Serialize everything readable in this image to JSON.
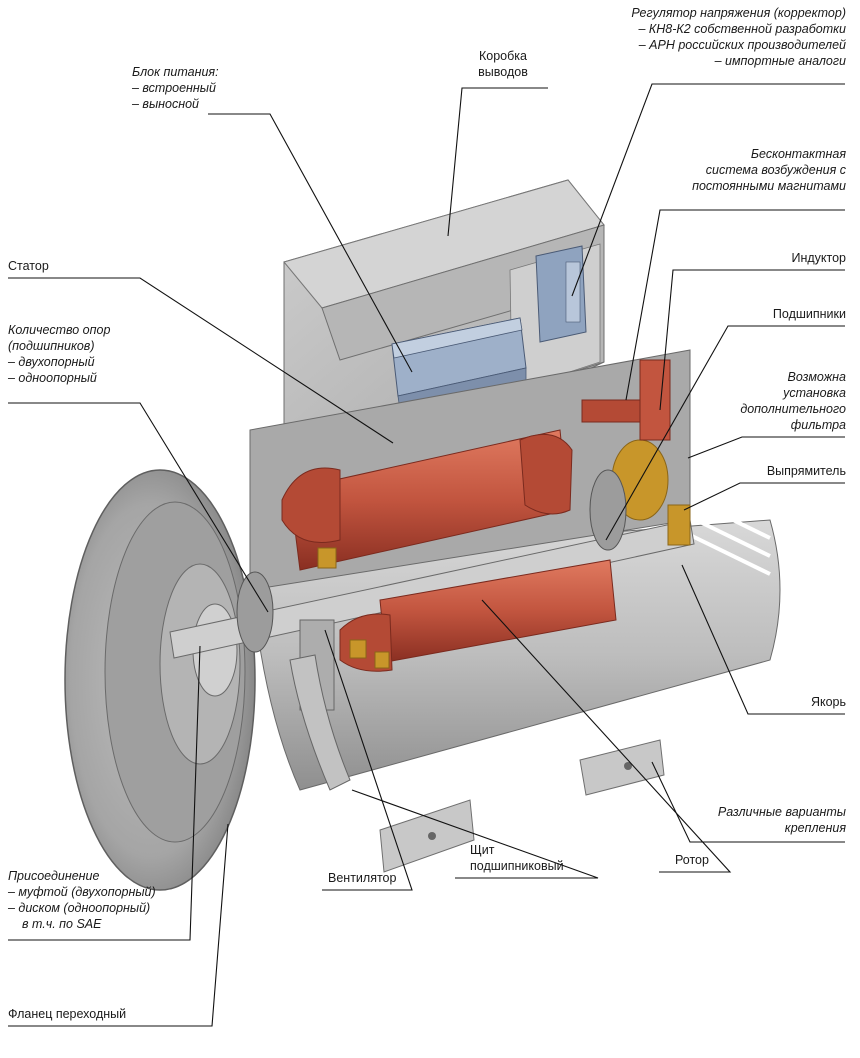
{
  "labels": {
    "regulator": {
      "title": "Регулятор напряжения (корректор)",
      "items": [
        "– КН8-К2 собственной разработки",
        "– АРН российских производителей",
        "– импортные аналоги"
      ]
    },
    "power_unit": {
      "title": "Блок питания:",
      "items": [
        "– встроенный",
        "– выносной"
      ]
    },
    "terminal_box": [
      "Коробка",
      "выводов"
    ],
    "excitation": [
      "Бесконтактная",
      "система возбуждения с",
      "постоянными магнитами"
    ],
    "stator": "Статор",
    "inductor": "Индуктор",
    "bearings": "Подшипники",
    "supports": {
      "title": [
        "Количество опор",
        "(подшипников)"
      ],
      "items": [
        "– двухопорный",
        "– одноопорный"
      ]
    },
    "filter": [
      "Возможна",
      "установка",
      "дополнительного",
      "фильтра"
    ],
    "rectifier": "Выпрямитель",
    "armature": "Якорь",
    "mounting": [
      "Различные варианты",
      "крепления"
    ],
    "connection": {
      "title": "Присоединение",
      "items": [
        "– муфтой (двухопорный)",
        "– диском (одноопорный)",
        "в т.ч. по SAE"
      ]
    },
    "fan": "Вентилятор",
    "shield": [
      "Щит",
      "подшипниковый"
    ],
    "rotor": "Ротор",
    "flange": "Фланец переходный"
  },
  "colors": {
    "housing": "#b9b9b9",
    "housing_dark": "#8e8e8e",
    "copper": "#c2553f",
    "copper_dark": "#8a2f22",
    "brass": "#c8962a",
    "leader": "#111111",
    "regulator_blue": "#8fa3bf"
  }
}
